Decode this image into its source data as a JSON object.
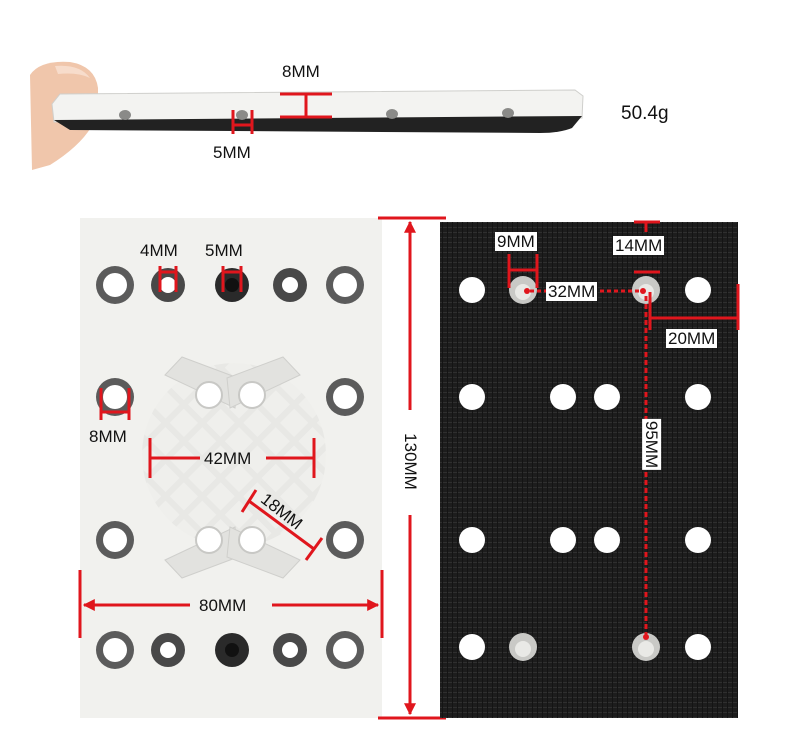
{
  "product_photo": {
    "weight_label": "50.4g",
    "side_view": {
      "thickness_label": "8MM",
      "hole_label": "5MM"
    },
    "top_plate": {
      "hole_a_label": "4MM",
      "hole_b_label": "5MM",
      "side_hole_label": "8MM",
      "slot_span_label": "42MM",
      "slot_length_label": "18MM",
      "width_label": "80MM",
      "height_label": "130MM"
    },
    "hook_loop_pad": {
      "hole_label": "9MM",
      "offset_label": "14MM",
      "spacing_label": "32MM",
      "edge_label": "20MM",
      "length_label": "95MM"
    }
  },
  "colors": {
    "annotation_red": "#e0161d",
    "pad_black": "#1b1b1b",
    "plate_white": "#f1f1ee"
  }
}
